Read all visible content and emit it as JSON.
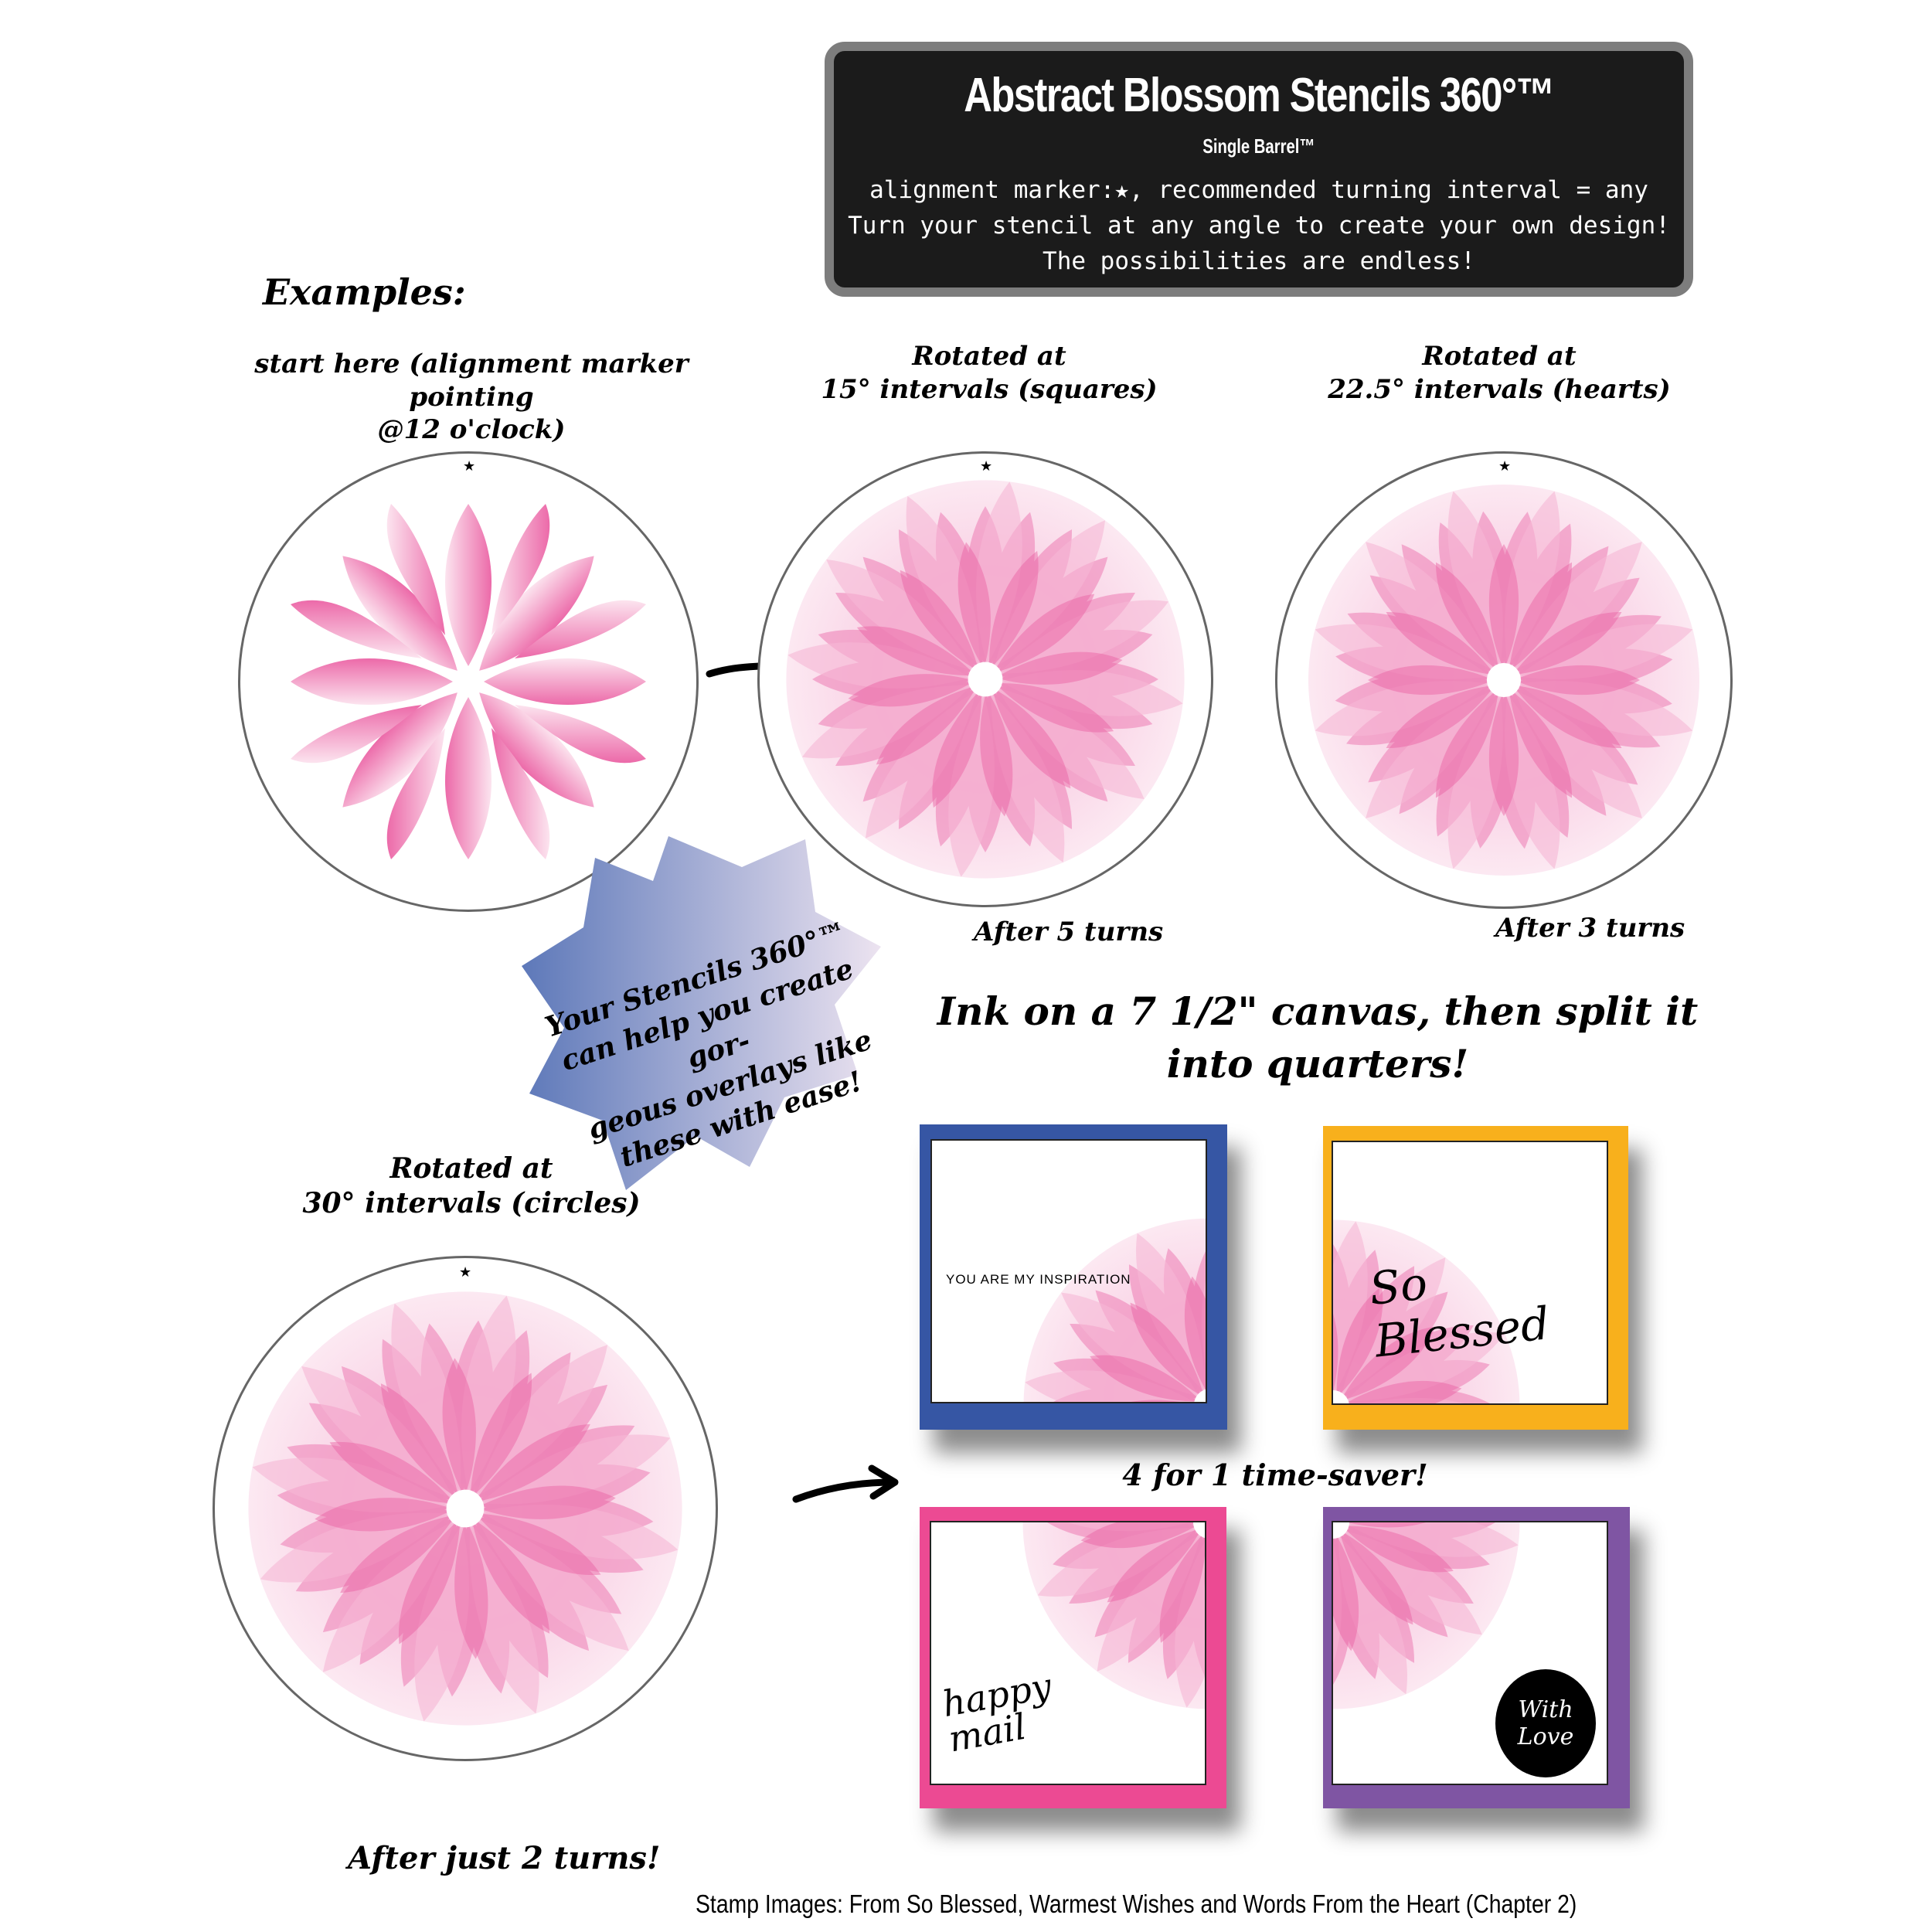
{
  "header": {
    "title": "Abstract Blossom Stencils 360°™",
    "subtitle": "Single Barrel™",
    "line1": "alignment marker:★, recommended turning interval = any",
    "line2": "Turn your stencil at any angle to create your own design!",
    "line3": "The possibilities are endless!"
  },
  "examples": {
    "heading": "Examples:",
    "start": {
      "line1": "start here (alignment marker pointing",
      "line2": "@12 o'clock)"
    },
    "rot15": {
      "line1": "Rotated at",
      "line2": "15° intervals (squares)",
      "after": "After 5 turns"
    },
    "rot22": {
      "line1": "Rotated at",
      "line2": "22.5° intervals (hearts)",
      "after": "After 3 turns"
    },
    "rot30": {
      "line1": "Rotated at",
      "line2": "30° intervals (circles)",
      "after": "After just 2 turns!"
    }
  },
  "badge": {
    "lines": [
      "Your Stencils 360°™",
      "can help you create gor-",
      "geous overlays like",
      "these with ease!"
    ],
    "gradient_start": "#5d78b9",
    "gradient_end": "#ece3f0"
  },
  "canvas": {
    "heading_line1": "Ink on a 7 1/2\" canvas, then split it",
    "heading_line2": "into quarters!",
    "middle_label": "4 for 1 time-saver!",
    "cards": [
      {
        "frame_color": "#3656a4",
        "sentiment": "YOU ARE MY INSPIRATION"
      },
      {
        "frame_color": "#f8b01c",
        "sentiment": "So Blessed"
      },
      {
        "frame_color": "#ec4a93",
        "sentiment": "happy mail"
      },
      {
        "frame_color": "#7f55a3",
        "sentiment": "With Love"
      }
    ]
  },
  "marker_symbol": "★",
  "colors": {
    "petal_dark": "#ea5fa2",
    "petal_light": "#fbe1ee",
    "circle_stroke": "#666666"
  },
  "credit": "Stamp Images:  From So Blessed, Warmest Wishes and Words From the Heart (Chapter 2)"
}
